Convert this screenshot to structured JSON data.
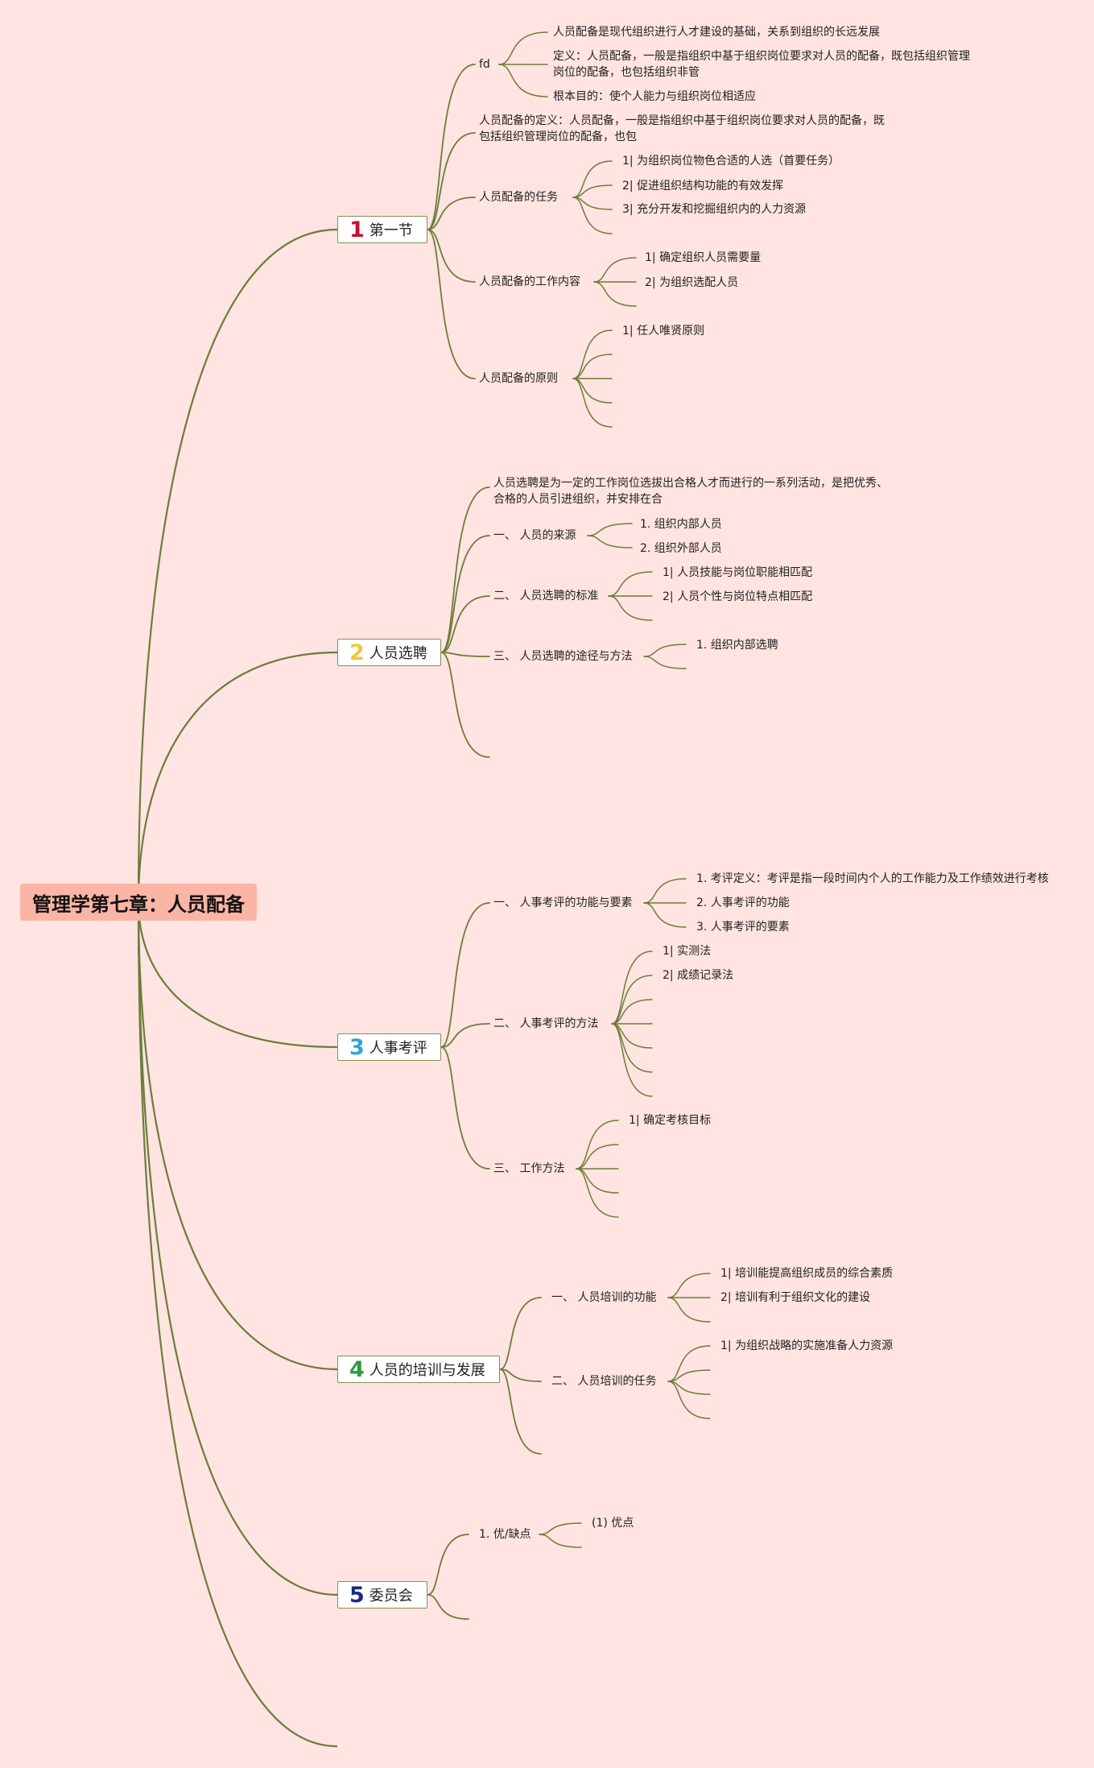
{
  "title": "管理学第七章：人员配备",
  "colors": {
    "background": "#ffe4e1",
    "root_fill": "#fbb5a5",
    "branch_line": "#6b7d3a",
    "num1": "#c8102e",
    "num2": "#f2c63a",
    "num3": "#2fa3dc",
    "num4": "#2e9a3c",
    "num5": "#1b2a80"
  },
  "sections": {
    "s1": {
      "num": "1",
      "label": "第一节",
      "fd": "fd",
      "fd_items": [
        "人员配备是现代组织进行人才建设的基础，关系到组织的长远发展",
        "定义：人员配备，一般是指组织中基于组织岗位要求对人员的配备，既包括组织管理岗位的配备，也包括组织非管",
        "根本目的：使个人能力与组织岗位相适应"
      ],
      "definition": "人员配备的定义：人员配备，一般是指组织中基于组织岗位要求对人员的配备，既包括组织管理岗位的配备，也包",
      "task": "人员配备的任务",
      "task_items": [
        "1| 为组织岗位物色合适的人选（首要任务）",
        "2| 促进组织结构功能的有效发挥",
        "3| 充分开发和挖掘组织内的人力资源"
      ],
      "work": "人员配备的工作内容",
      "work_items": [
        "1| 确定组织人员需要量",
        "2| 为组织选配人员"
      ],
      "principle": "人员配备的原则",
      "principle_items": [
        "1| 任人唯贤原则"
      ]
    },
    "s2": {
      "num": "2",
      "label": "人员选聘",
      "intro": "人员选聘是为一定的工作岗位选拔出合格人才而进行的一系列活动，是把优秀、合格的人员引进组织，并安排在合",
      "source": "一、 人员的来源",
      "source_items": [
        "1. 组织内部人员",
        "2. 组织外部人员"
      ],
      "standard": "二、 人员选聘的标准",
      "standard_items": [
        "1| 人员技能与岗位职能相匹配",
        "2| 人员个性与岗位特点相匹配"
      ],
      "way": "三、 人员选聘的途径与方法",
      "way_items": [
        "1. 组织内部选聘"
      ]
    },
    "s3": {
      "num": "3",
      "label": "人事考评",
      "func": "一、 人事考评的功能与要素",
      "func_items": [
        "1. 考评定义：考评是指一段时间内个人的工作能力及工作绩效进行考核",
        "2. 人事考评的功能",
        "3. 人事考评的要素"
      ],
      "method": "二、 人事考评的方法",
      "method_items": [
        "1| 实测法",
        "2| 成绩记录法"
      ],
      "work": "三、 工作方法",
      "work_items": [
        "1| 确定考核目标"
      ]
    },
    "s4": {
      "num": "4",
      "label": "人员的培训与发展",
      "func": "一、 人员培训的功能",
      "func_items": [
        "1| 培训能提高组织成员的综合素质",
        "2| 培训有利于组织文化的建设"
      ],
      "task": "二、 人员培训的任务",
      "task_items": [
        "1| 为组织战略的实施准备人力资源"
      ]
    },
    "s5": {
      "num": "5",
      "label": "委员会",
      "pros": "1. 优/缺点",
      "pros_items": [
        "(1) 优点"
      ]
    }
  }
}
